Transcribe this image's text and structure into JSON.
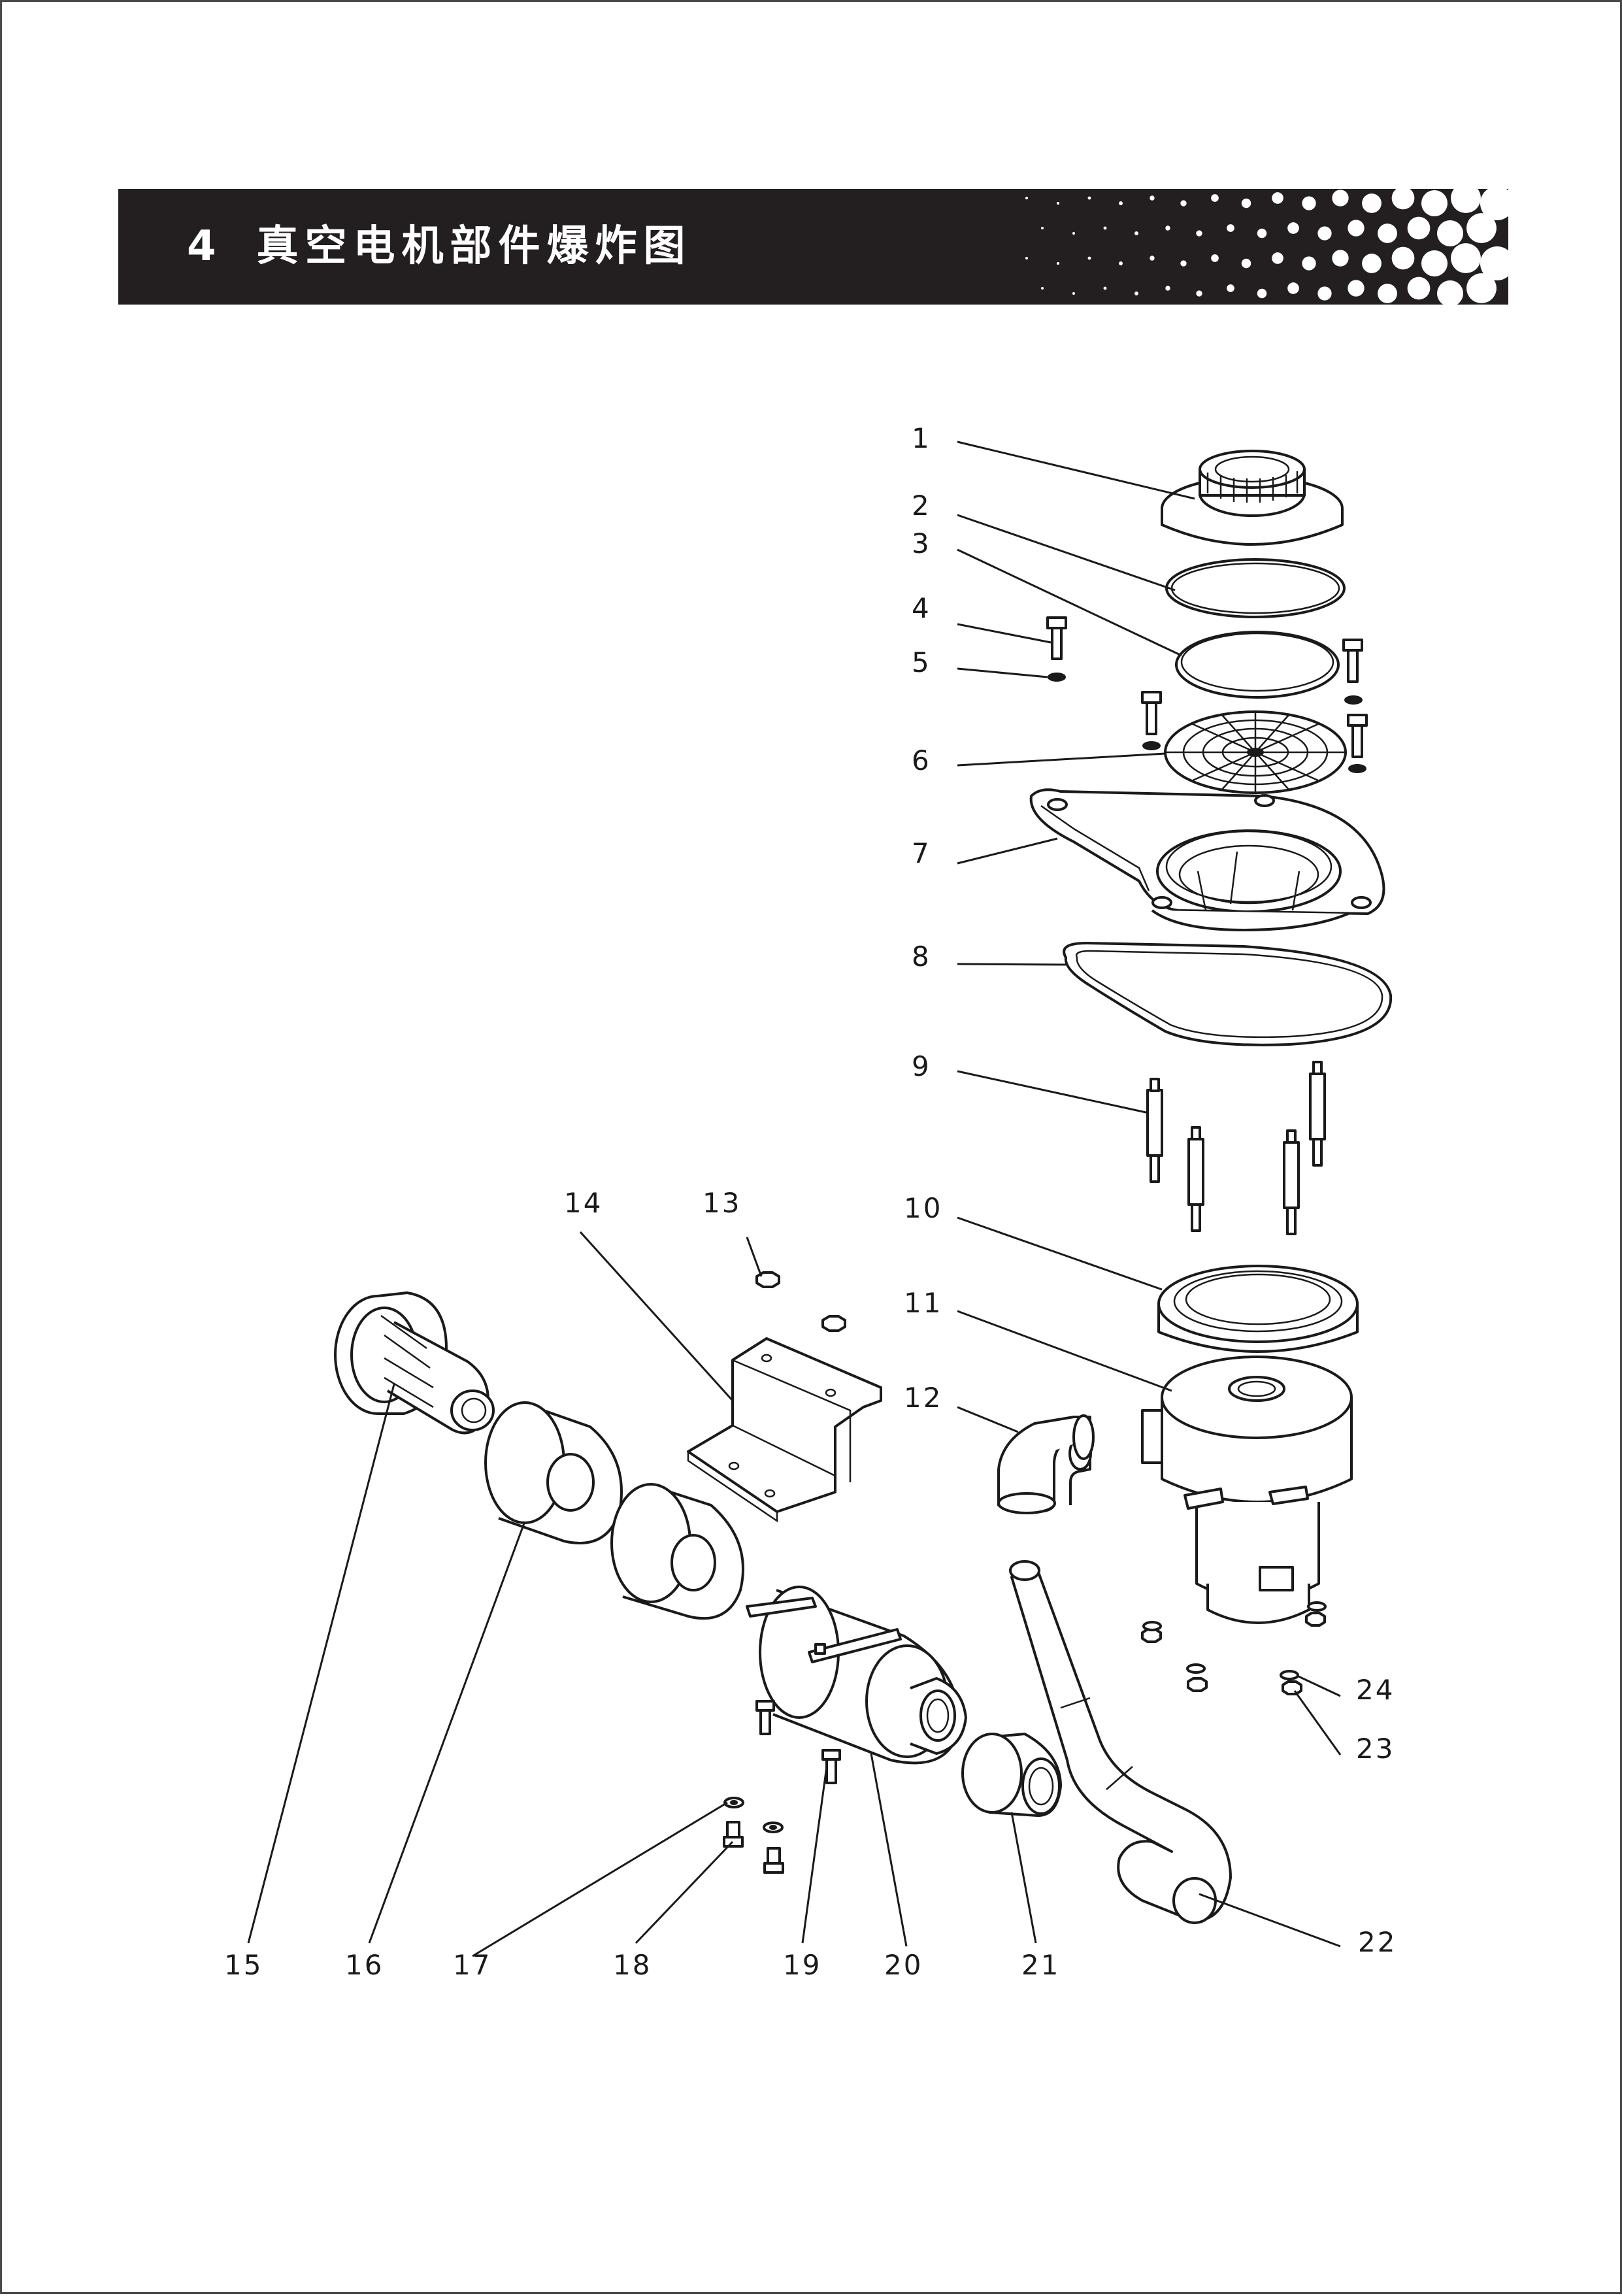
{
  "header": {
    "section_number": "4",
    "title": "真空电机部件爆炸图",
    "band_color": "#231f20"
  },
  "callouts": [
    "1",
    "2",
    "3",
    "4",
    "5",
    "6",
    "7",
    "8",
    "9",
    "10",
    "11",
    "12",
    "13",
    "14",
    "15",
    "16",
    "17",
    "18",
    "19",
    "20",
    "21",
    "22",
    "23",
    "24"
  ]
}
